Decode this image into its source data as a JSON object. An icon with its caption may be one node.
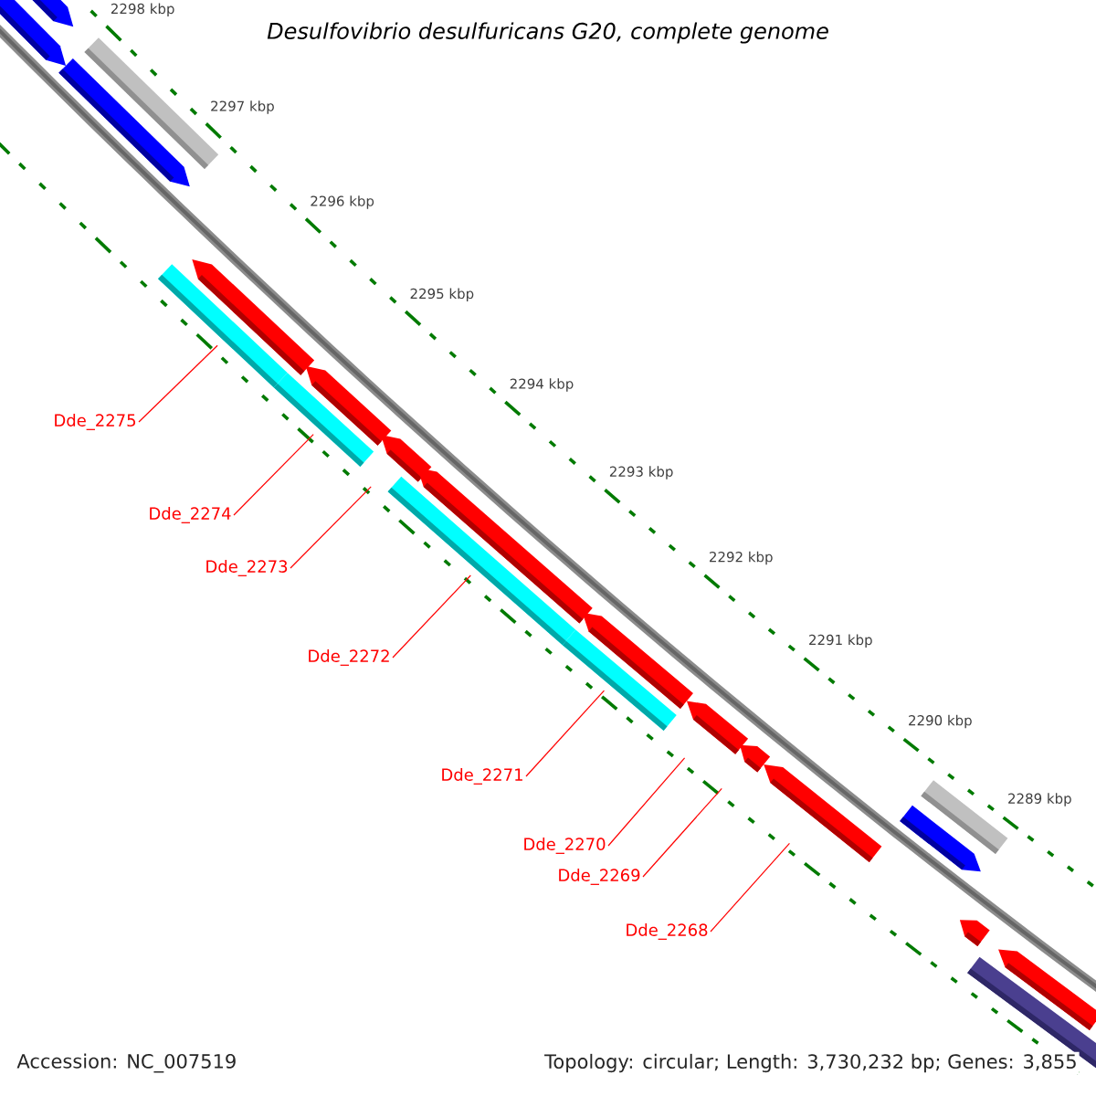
{
  "diagram": {
    "title": "Desulfovibrio desulfuricans G20, complete genome",
    "nodes": [
      {
        "text": [
          "Dde_2275"
        ]
      },
      {
        "text": [
          "Dde_2274"
        ]
      },
      {
        "text": [
          "Dde_2273"
        ]
      },
      {
        "text": [
          "Dde_2272"
        ]
      },
      {
        "text": [
          "Dde_2271"
        ]
      },
      {
        "text": [
          "Dde_2270"
        ]
      },
      {
        "text": [
          "Dde_2269"
        ]
      },
      {
        "text": [
          "Dde_2268"
        ]
      },
      {
        "text": [],
        "shape": "arrow"
      },
      {
        "text": [],
        "shape": "arrow"
      },
      {
        "text": [],
        "shape": "arrow"
      },
      {
        "text": [],
        "shape": "arrow"
      },
      {
        "text": [],
        "shape": "arrow"
      },
      {
        "text": [],
        "shape": "arrow"
      },
      {
        "text": [],
        "shape": "arrow"
      },
      {
        "text": [],
        "shape": "arrow"
      },
      {
        "text": [],
        "shape": "arrow"
      },
      {
        "text": [],
        "shape": "arrow"
      }
    ],
    "edges": [
      {
        "from": 0,
        "to": 8,
        "arrow": "none"
      },
      {
        "from": 1,
        "to": 9,
        "arrow": "none"
      },
      {
        "from": 2,
        "to": 10,
        "arrow": "none"
      },
      {
        "from": 3,
        "to": 11,
        "arrow": "none"
      },
      {
        "from": 4,
        "to": 12,
        "arrow": "none"
      },
      {
        "from": 5,
        "to": 13,
        "arrow": "none"
      },
      {
        "from": 6,
        "to": 14,
        "arrow": "none"
      },
      {
        "from": 7,
        "to": 15,
        "arrow": "none"
      }
    ],
    "labels": [
      "2298 kbp",
      "2297 kbp",
      "2296 kbp",
      "2295 kbp",
      "2294 kbp",
      "2293 kbp",
      "2292 kbp",
      "2291 kbp",
      "2290 kbp",
      "2289 kbp",
      "Accession: NC_007519",
      "Topology: circular; Length: 3,730,232 bp; Genes: 3,855"
    ]
  }
}
